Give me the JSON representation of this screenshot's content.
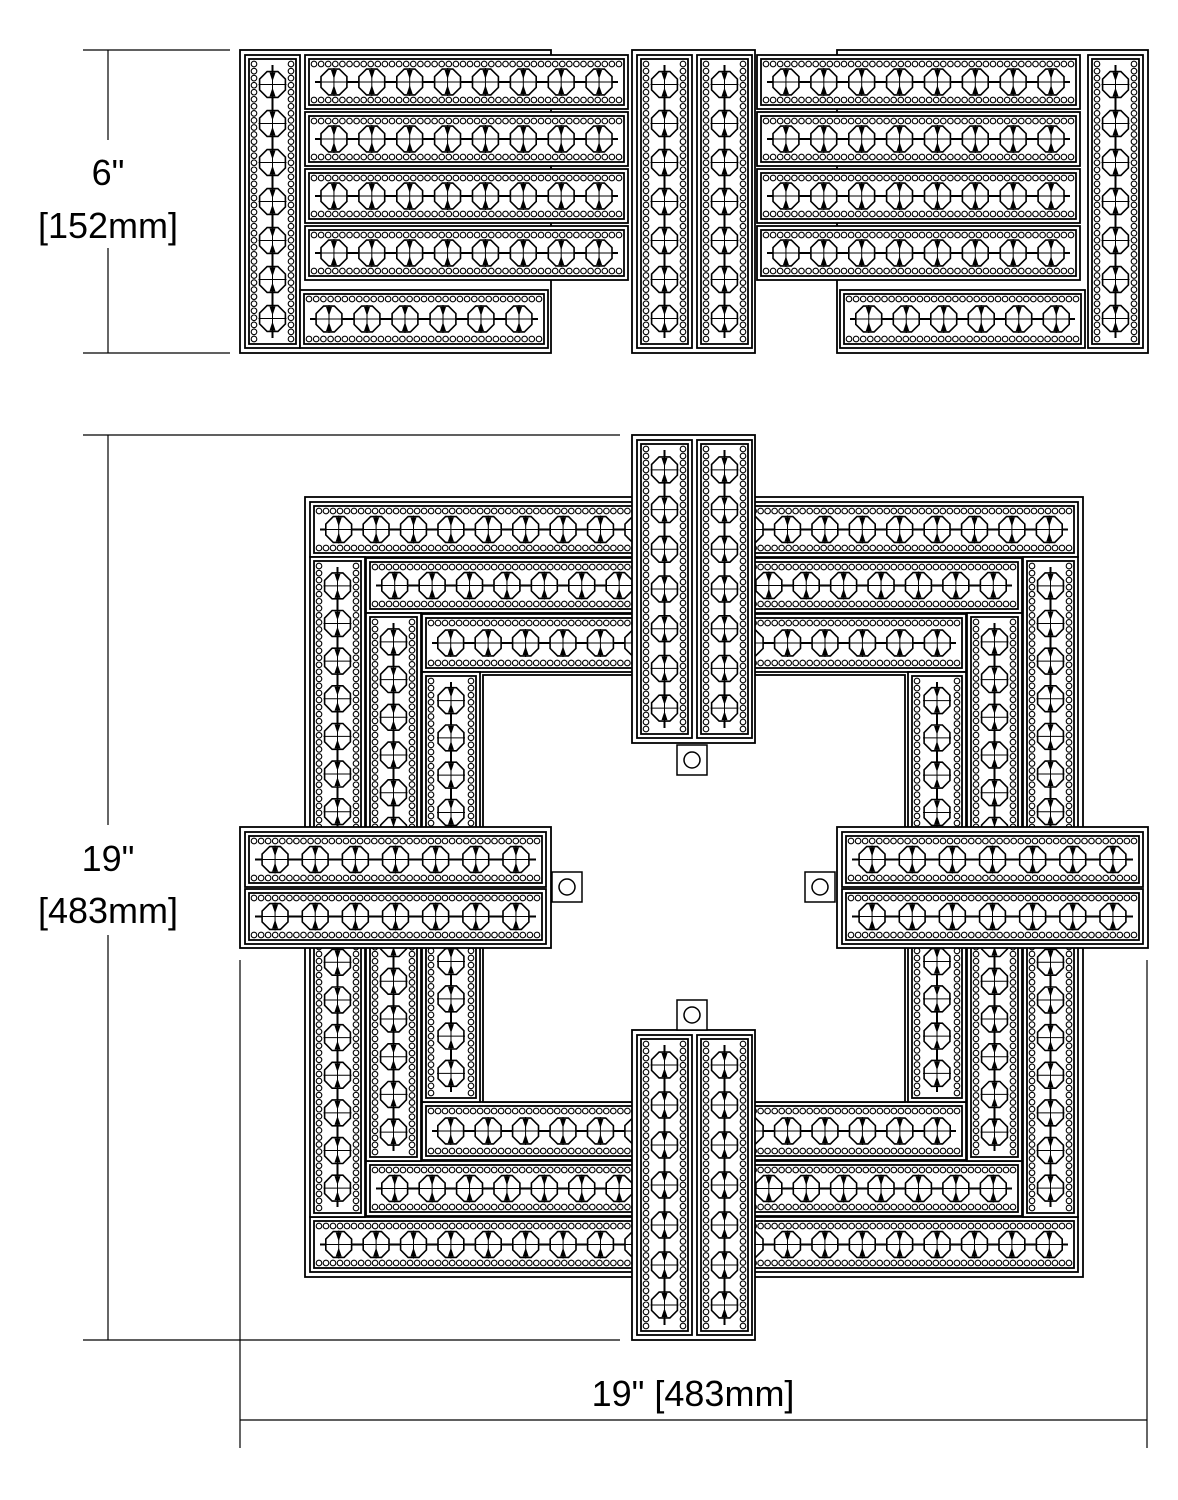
{
  "dimensions": {
    "height_in": "6\"",
    "height_mm": "[152mm]",
    "depth_in": "19\"",
    "depth_mm": "[483mm]",
    "width_label": "19\" [483mm]"
  },
  "colors": {
    "line": "#000000",
    "background": "#ffffff"
  }
}
